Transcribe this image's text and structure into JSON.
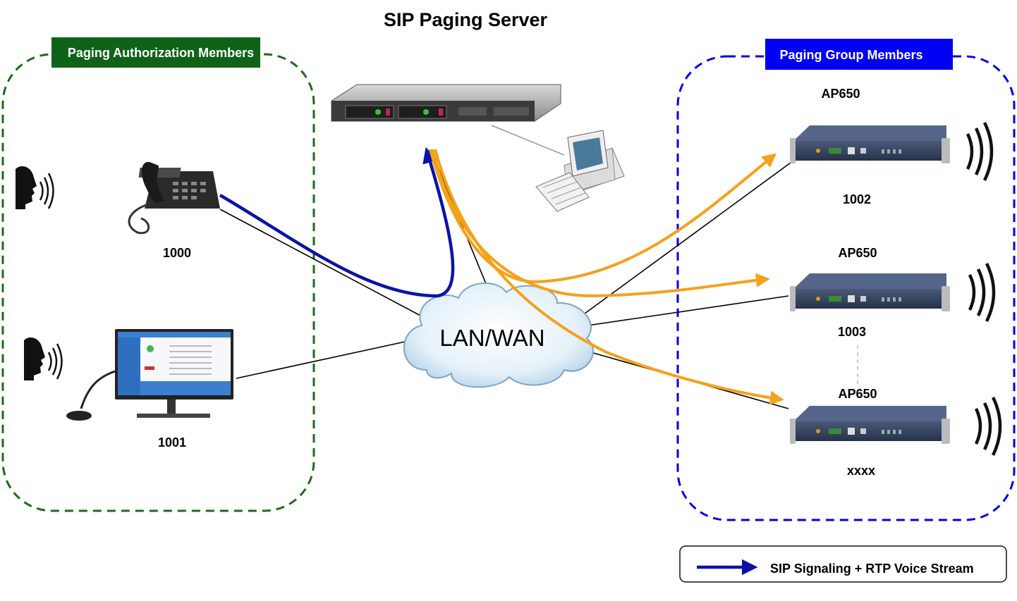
{
  "title": "SIP Paging Server",
  "left_group": {
    "label": "Paging Authorization Members",
    "color": "#1a6b1a",
    "members": [
      {
        "id": "1000",
        "device": "ip-phone"
      },
      {
        "id": "1001",
        "device": "pc-console-with-microphone"
      }
    ]
  },
  "right_group": {
    "label": "Paging Group Members",
    "color": "#0000ee",
    "members": [
      {
        "model": "AP650",
        "id": "1002"
      },
      {
        "model": "AP650",
        "id": "1003"
      },
      {
        "model": "AP650",
        "id": "xxxx"
      }
    ]
  },
  "network": {
    "label": "LAN/WAN"
  },
  "legend": {
    "label": "SIP Signaling + RTP Voice Stream",
    "color": "#0a13a8"
  },
  "colors": {
    "signal": "#0a13a8",
    "broadcast": "#f5a11a",
    "line": "#000000"
  }
}
